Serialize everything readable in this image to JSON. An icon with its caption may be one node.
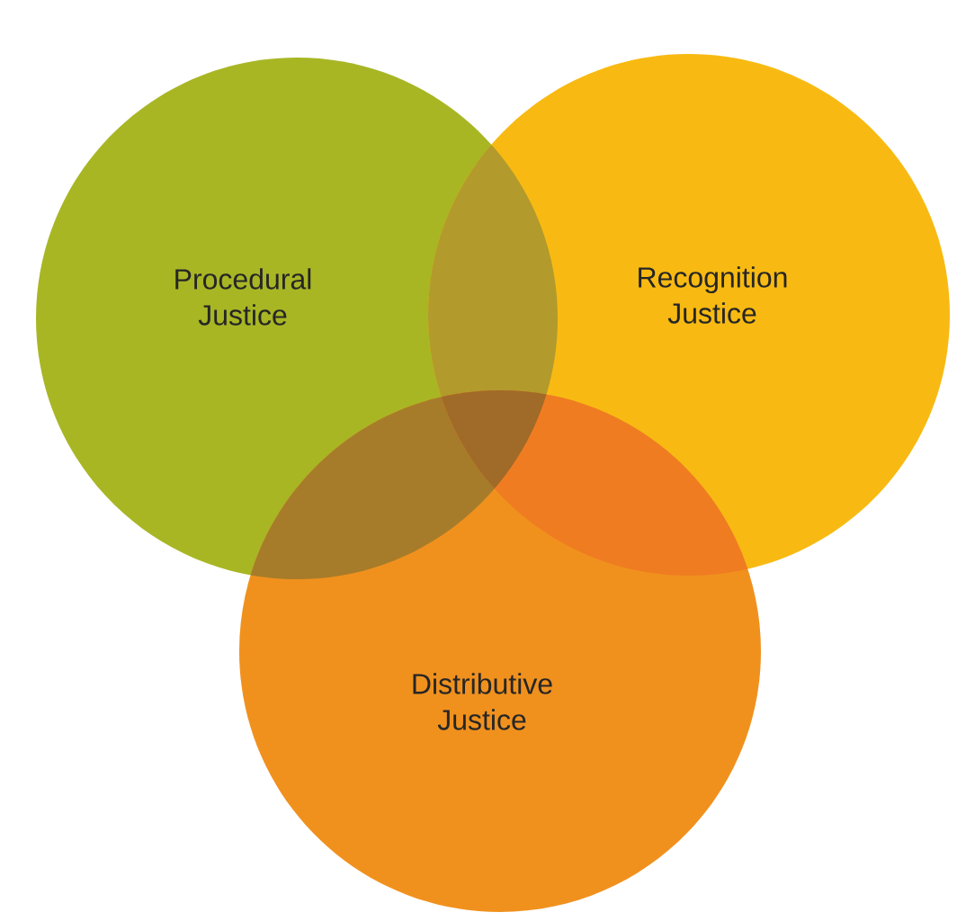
{
  "diagram": {
    "nodes": [
      {
        "text": [
          "Procedural Justice"
        ]
      },
      {
        "text": [
          "Recognition Justice"
        ]
      },
      {
        "text": [
          "Distributive Justice"
        ]
      }
    ]
  }
}
